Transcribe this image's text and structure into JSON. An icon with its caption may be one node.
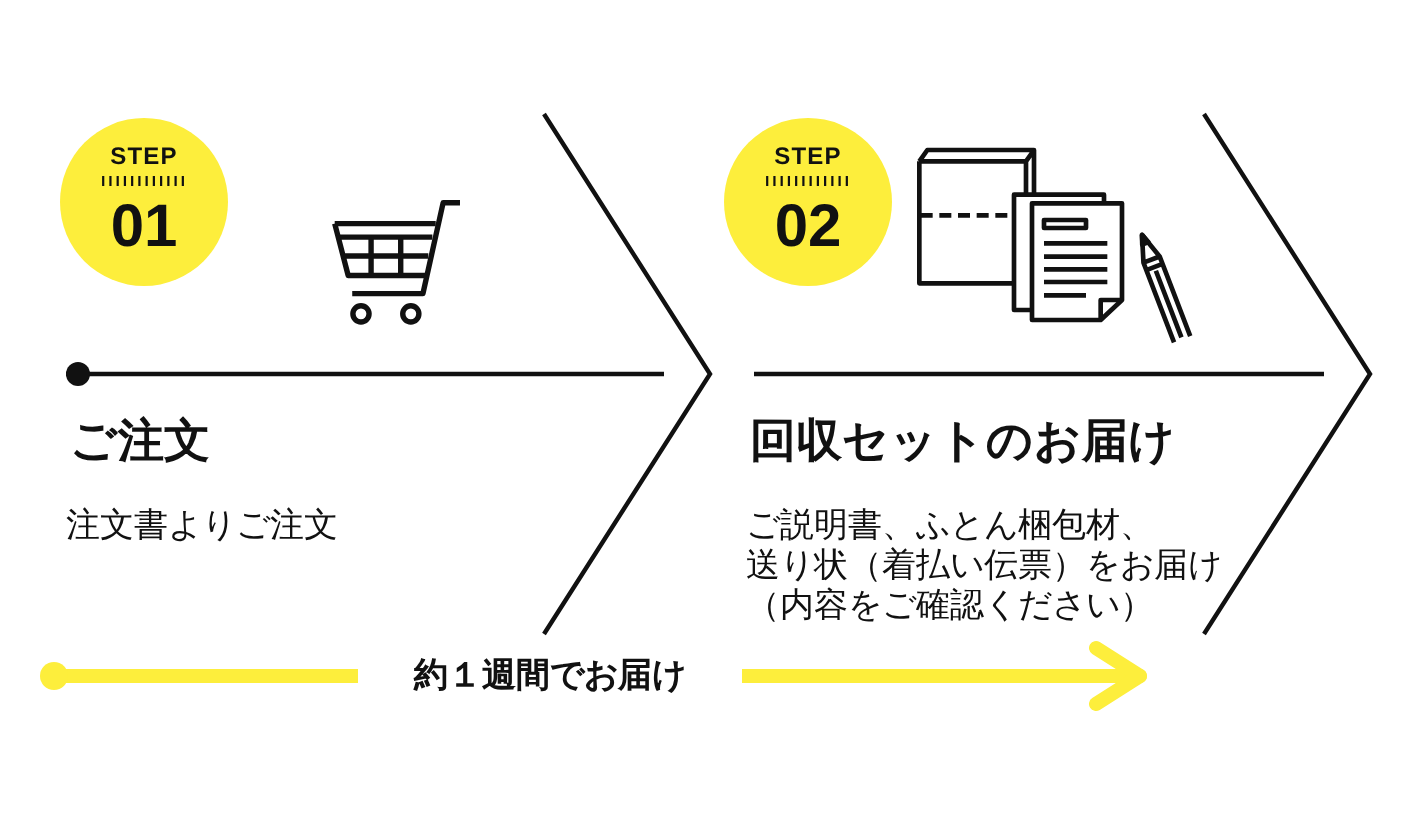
{
  "diagram": {
    "nodes": [
      {
        "text": [
          "ご注文",
          "注文書よりご注文"
        ]
      },
      {
        "text": [
          "STEP",
          "01"
        ],
        "in": 0
      },
      {
        "text": [
          "回収セットのお届け",
          "ご説明書、ふとん梱包材、送り状（着払い伝票）をお届け（内容をご確認ください）"
        ]
      },
      {
        "text": [
          "STEP",
          "02"
        ],
        "in": 2
      }
    ],
    "edges": [
      {
        "from": 0,
        "to": 2,
        "arrow": "to",
        "label": "約１週間でお届け",
        "color": "#fdee3c"
      }
    ]
  }
}
